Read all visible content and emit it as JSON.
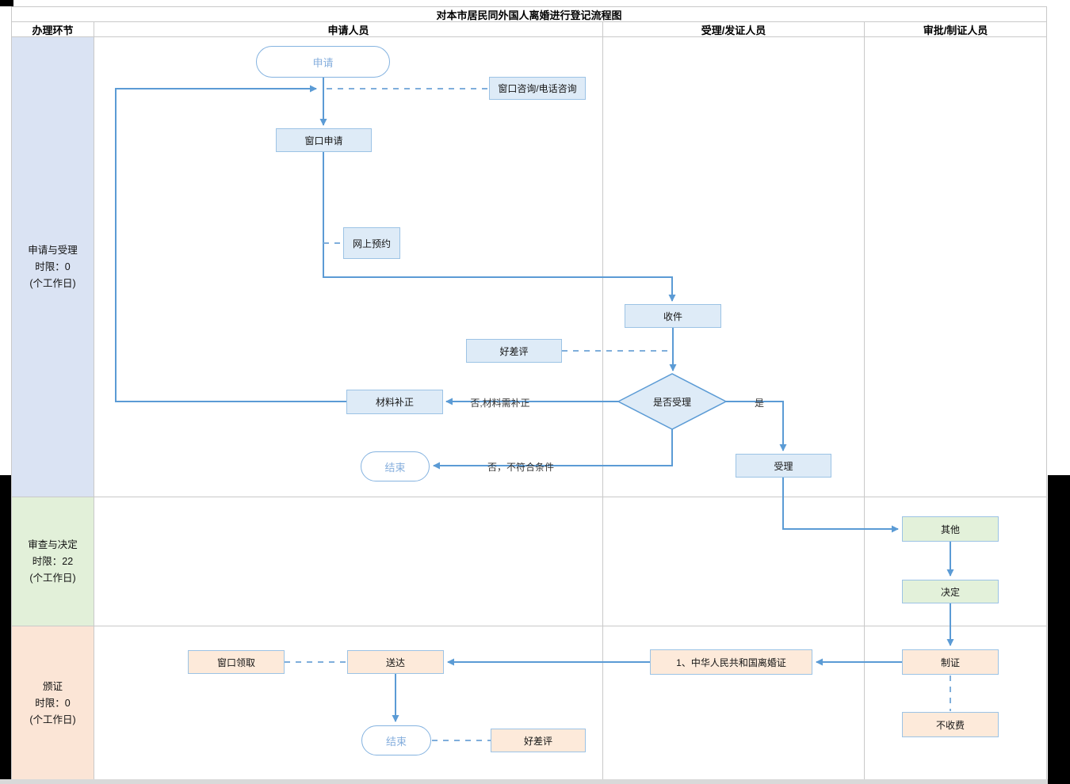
{
  "title": "对本市居民同外国人离婚进行登记流程图",
  "columns": [
    "办理环节",
    "申请人员",
    "受理/发证人员",
    "审批/制证人员"
  ],
  "lanes": [
    {
      "name": "申请与受理",
      "limit": "时限：0",
      "unit": "(个工作日)"
    },
    {
      "name": "审查与决定",
      "limit": "时限：22",
      "unit": "(个工作日)"
    },
    {
      "name": "颁证",
      "limit": "时限：0",
      "unit": "(个工作日)"
    }
  ],
  "nodes": {
    "start": {
      "text": "申请"
    },
    "window_consult": {
      "text": "窗口咨询/电话咨询"
    },
    "window_apply": {
      "text": "窗口申请"
    },
    "online_booking": {
      "text": "网上预约"
    },
    "receive": {
      "text": "收件"
    },
    "rating_top": {
      "text": "好差评"
    },
    "accept_decision": {
      "text": "是否受理"
    },
    "material_correction": {
      "text": "材料补正"
    },
    "end_top": {
      "text": "结束"
    },
    "accept": {
      "text": "受理"
    },
    "other": {
      "text": "其他"
    },
    "decide": {
      "text": "决定"
    },
    "make_cert": {
      "text": "制证"
    },
    "divorce_cert": {
      "text": "1、中华人民共和国离婚证"
    },
    "deliver": {
      "text": "送达"
    },
    "window_pickup": {
      "text": "窗口领取"
    },
    "end_bottom": {
      "text": "结束"
    },
    "rating_bottom": {
      "text": "好差评"
    },
    "no_fee": {
      "text": "不收费"
    }
  },
  "edge_labels": {
    "no_material": "否,材料需补正",
    "no_reject": "否，不符合条件",
    "yes": "是"
  },
  "colors": {
    "line": "#5b9bd5",
    "dashed_line": "#7faedb",
    "blue_fill": "#deebf7",
    "green_fill": "#e3f1da",
    "orange_fill": "#fdeada",
    "lane_blue": "#dae3f3",
    "lane_green": "#e2f0d9",
    "lane_orange": "#fbe5d6"
  }
}
